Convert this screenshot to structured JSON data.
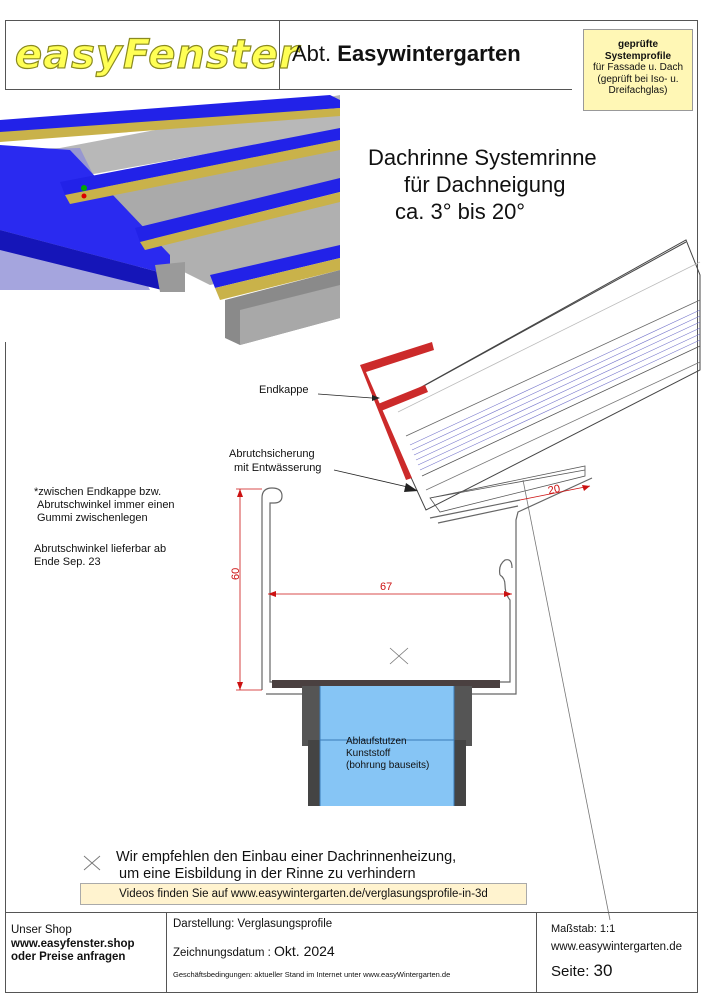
{
  "header": {
    "logo": "easyFenster",
    "abt_prefix": "Abt.",
    "abt_name": "Easywintergarten",
    "badge": {
      "line1": "geprüfte",
      "line2": "Systemprofile",
      "line3": "für Fassade u. Dach",
      "line4": "(geprüft bei Iso- u.",
      "line5": "Dreifachglas)"
    }
  },
  "title": {
    "line1": "Dachrinne Systemrinne",
    "line2": "für Dachneigung",
    "line3": "ca. 3° bis 20°"
  },
  "labels": {
    "endkappe": "Endkappe",
    "abrutsch1": "Abrutchsicherung",
    "abrutsch2": "mit Entwässerung",
    "ablauf1": "Ablaufstutzen",
    "ablauf2": "Kunststoff",
    "ablauf3": "(bohrung bauseits)"
  },
  "notes": {
    "n1": "*zwischen Endkappe bzw.",
    "n2": "Abrutschwinkel immer einen",
    "n3": "Gummi zwischenlegen",
    "n4": "Abrutschwinkel lieferbar ab",
    "n5": "Ende Sep. 23"
  },
  "dimensions": {
    "height": "60",
    "width": "67",
    "overhang": "20"
  },
  "recommendation": {
    "line1": "Wir empfehlen den Einbau einer Dachrinnenheizung,",
    "line2": "um eine Eisbildung in der Rinne zu verhindern"
  },
  "video_banner": "Videos finden Sie auf www.easywintergarten.de/verglasungsprofile-in-3d",
  "footer": {
    "shop_label": "Unser Shop",
    "shop_url": "www.easyfenster.shop",
    "shop_prices": "oder Preise anfragen",
    "darstellung": "Darstellung: Verglasungsprofile",
    "date_label": "Zeichnungsdatum :",
    "date_value": "Okt. 2024",
    "terms": "Geschäftsbedingungen: aktueller Stand im Internet  unter www.easyWintergarten.de",
    "scale": "Maßstab: 1:1",
    "website": "www.easywintergarten.de",
    "page_label": "Seite:",
    "page_value": "30"
  },
  "colors": {
    "profile_blue": "#1a1ae6",
    "gold": "#c9b24a",
    "endcap_red": "#cc2a2a",
    "drain_blue": "#86c5f5",
    "badge_bg": "#fff7b5"
  }
}
